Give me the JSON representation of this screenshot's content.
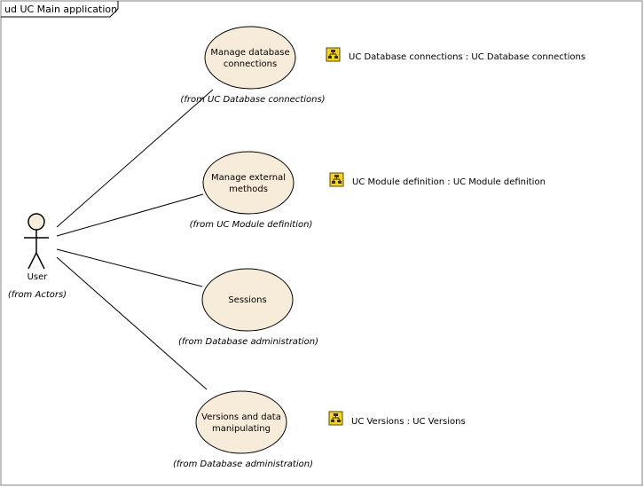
{
  "frame": {
    "title": "ud UC Main application"
  },
  "actor": {
    "name": "User",
    "from": "(from Actors)"
  },
  "use_cases": [
    {
      "id": "manage-database-connections",
      "lines": [
        "Manage database",
        "connections"
      ],
      "from": "(from UC Database connections)"
    },
    {
      "id": "manage-external-methods",
      "lines": [
        "Manage external",
        "methods"
      ],
      "from": "(from UC Module definition)"
    },
    {
      "id": "sessions",
      "lines": [
        "Sessions"
      ],
      "from": "(from Database administration)"
    },
    {
      "id": "versions-and-data-manipulating",
      "lines": [
        "Versions and data",
        "manipulating"
      ],
      "from": "(from Database administration)"
    }
  ],
  "package_links": [
    {
      "id": "uc-database-connections",
      "label": "UC Database connections : UC Database connections",
      "icon": "package-diagram-icon"
    },
    {
      "id": "uc-module-definition",
      "label": "UC Module definition : UC Module definition",
      "icon": "package-diagram-icon"
    },
    {
      "id": "uc-versions",
      "label": "UC Versions : UC Versions",
      "icon": "package-diagram-icon"
    }
  ],
  "colors": {
    "ellipse_fill": "#f7ecda",
    "line": "#000000",
    "icon_fill": "#f2d22b",
    "icon_border": "#5a4a00"
  }
}
